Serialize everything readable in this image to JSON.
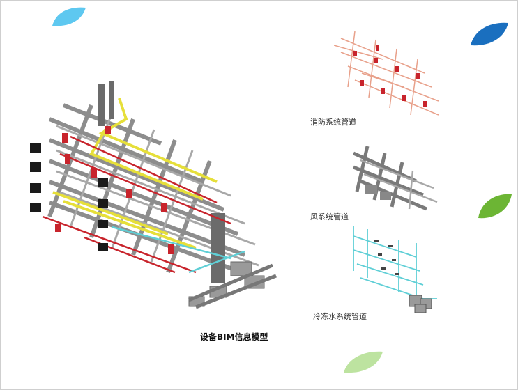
{
  "captions": {
    "main_model": "设备BIM信息模型",
    "fire_protection": "消防系统管道",
    "air_system": "风系统管道",
    "chilled_water": "冷冻水系统管道"
  },
  "colors": {
    "leaf_light_blue": "#5ec8f0",
    "leaf_dark_blue": "#1a6fbf",
    "leaf_green": "#6cb534",
    "leaf_pale_green": "#bde3a0",
    "pipe_yellow": "#e6df3a",
    "pipe_red": "#c8242c",
    "pipe_gray": "#8a8a8a",
    "pipe_cyan": "#5fcfd6",
    "fire_pipe": "#e8a08a"
  }
}
